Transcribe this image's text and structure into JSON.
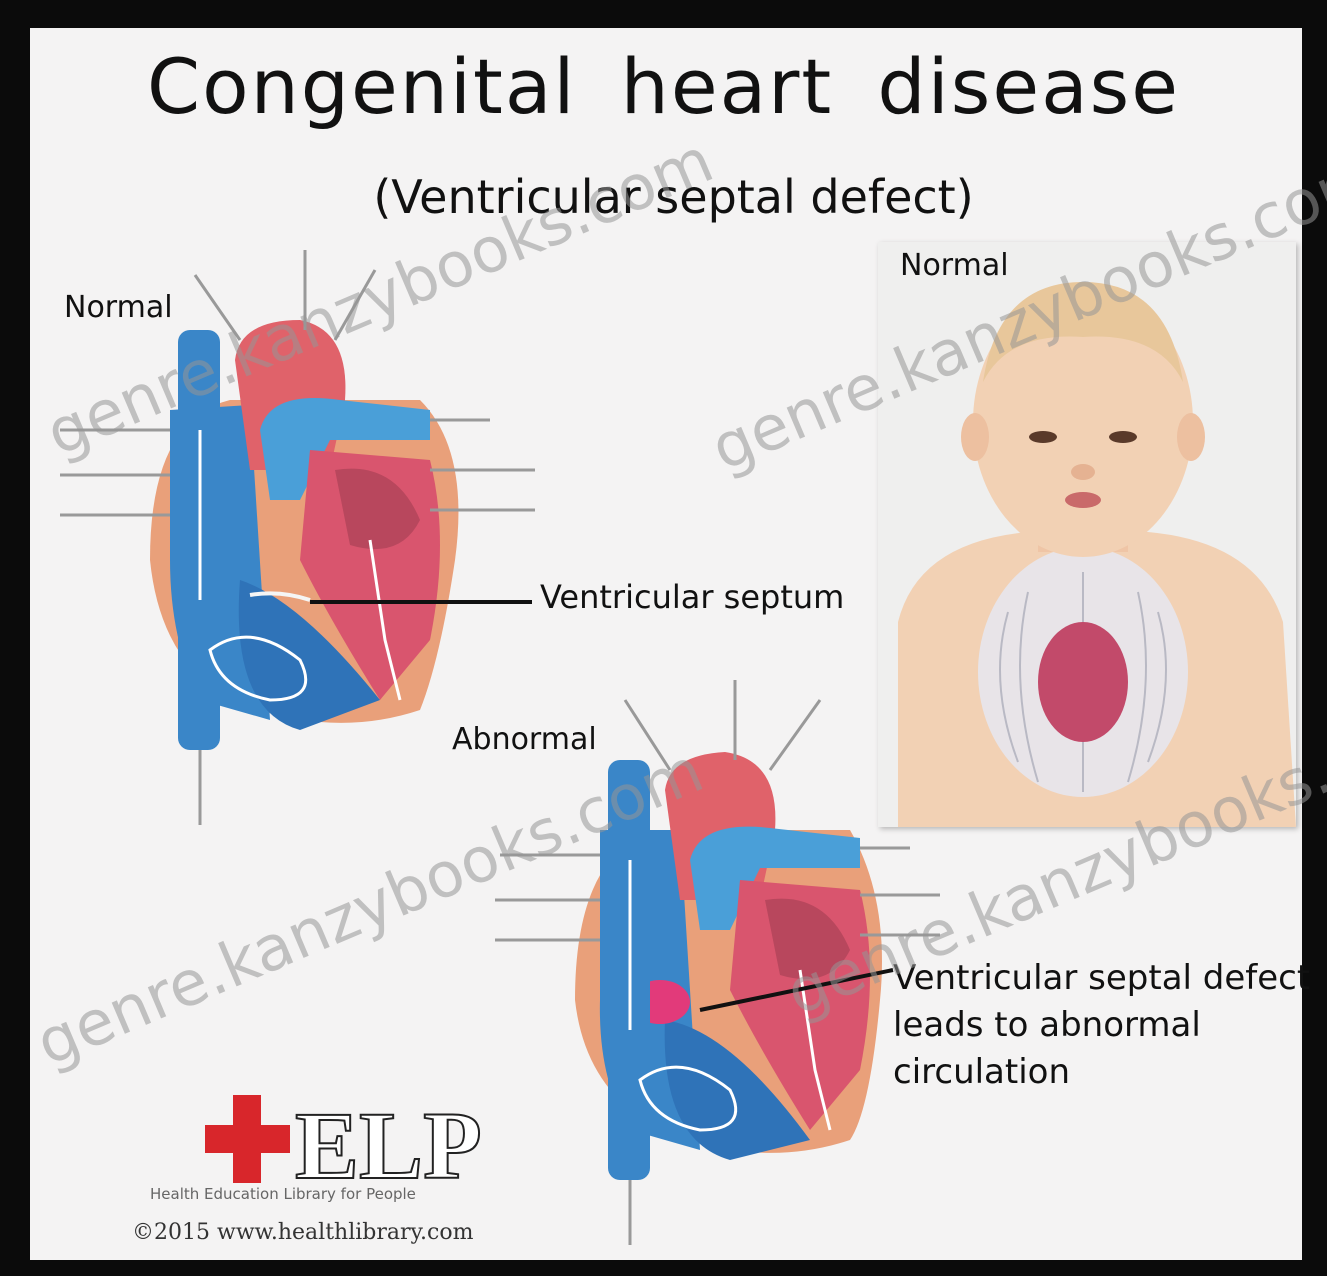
{
  "title": "Congenital heart disease",
  "subtitle": "(Ventricular septal defect)",
  "labels": {
    "normal_heart": "Normal",
    "normal_baby": "Normal",
    "abnormal_heart": "Abnormal",
    "ventricular_septum": "Ventricular septum",
    "vsd_callout": "Ventricular septal defect\nleads to abnormal\ncirculation"
  },
  "watermark": "genre.kanzybooks.com",
  "logo": {
    "text": "HELP",
    "tagline": "Health Education Library for People",
    "copyright": "©2015 www.healthlibrary.com"
  },
  "colors": {
    "deoxygenated": "#3a86c8",
    "oxygenated": "#e0626a",
    "muscle": "#e9a07a",
    "logo_red": "#d8262b",
    "skin": "#f2d1b4"
  }
}
